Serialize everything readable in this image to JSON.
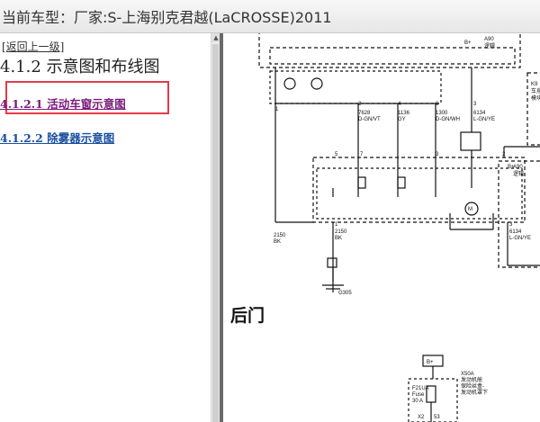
{
  "window": {
    "title": "当前车型：厂家:S-上海别克君越(LaCROSSE)2011"
  },
  "sidebar": {
    "back_link": "[返回上一级]",
    "section_title": "4.1.2 示意图和布线图",
    "items": [
      {
        "label": "4.1.2.1 活动车窗示意图"
      },
      {
        "label": "4.1.2.2 除雾器示意图"
      }
    ]
  },
  "diagram": {
    "heading": "后门",
    "labels": {
      "a90_top": "A90",
      "a90_top_sub": "逻辑",
      "bplus_top": "B+",
      "a90_mid": "A90",
      "a90_mid_sub": "逻辑",
      "bplus_mid": "B+",
      "k_label": "K9",
      "k_sub1": "车身",
      "k_sub2": "模块",
      "c7628": "7628",
      "c7628_color": "D-GN/VT",
      "c1136": "1136",
      "c1136_color": "GY",
      "c1300": "1300",
      "c1300_color": "D-GN/WH",
      "c6134": "6134",
      "c6134_color": "L-GN/YE",
      "c2150": "2150",
      "c2150_color": "BK",
      "c2150b": "2150",
      "c2150b_color": "BK",
      "c6134b": "6134",
      "c6134b_color": "L-GN/YE",
      "ground": "G305",
      "pin1": "1",
      "pin2": "2",
      "pin3": "3",
      "pin4": "4",
      "pin5": "5",
      "pin6": "6",
      "pin7": "7",
      "pin_m2": "2",
      "pin_b1": "1",
      "pin_b3": "3",
      "bplus_bottom": "B+",
      "fuse_id": "F21UA",
      "fuse_label": "Fuse",
      "fuse_rating": "30 A",
      "x50a": "X50A",
      "x50a_sub1": "发动机舱",
      "x50a_sub2": "保险丝盒-",
      "x50a_sub3": "发动机罩下",
      "x2": "X2",
      "x_pin": "53",
      "motor": "M"
    }
  }
}
